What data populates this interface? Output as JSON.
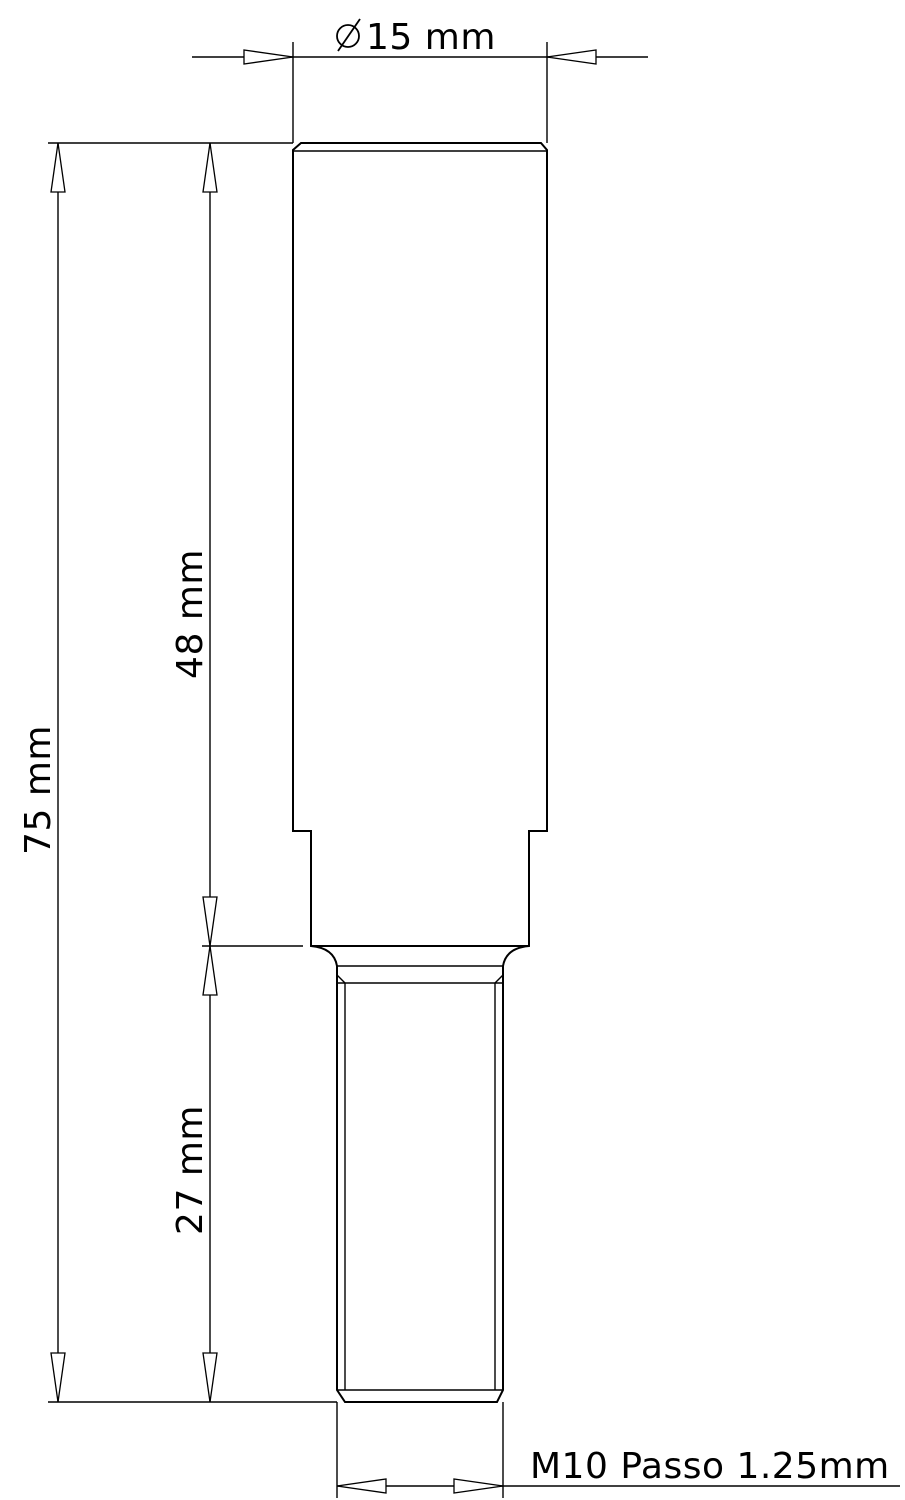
{
  "drawing": {
    "dimensions": {
      "diameter": {
        "value": "15 mm"
      },
      "total_length": {
        "value": "75 mm"
      },
      "body_length": {
        "value": "48 mm"
      },
      "thread_length": {
        "value": "27 mm"
      },
      "thread_spec": {
        "value": "M10 Passo 1.25mm"
      }
    }
  }
}
